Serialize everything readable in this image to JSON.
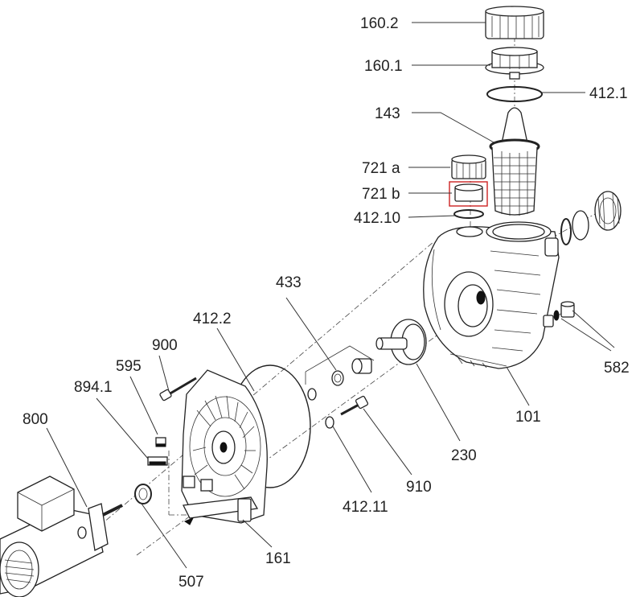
{
  "labels": {
    "p160_2": "160.2",
    "p160_1": "160.1",
    "p412_1": "412.1",
    "p143": "143",
    "p721a": "721 a",
    "p721b": "721 b",
    "p412_10": "412.10",
    "p433": "433",
    "p412_2": "412.2",
    "p900": "900",
    "p595": "595",
    "p894_1": "894.1",
    "p800": "800",
    "p582": "582",
    "p101": "101",
    "p230": "230",
    "p910": "910",
    "p412_11": "412.11",
    "p507": "507",
    "p161": "161"
  },
  "colors": {
    "line": "#333333",
    "highlight": "#cc2222"
  }
}
